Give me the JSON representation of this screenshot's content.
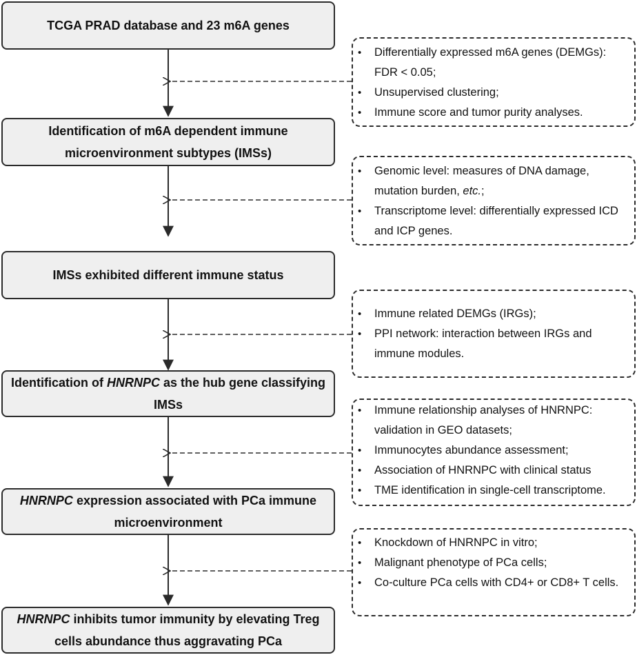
{
  "steps": [
    {
      "id": "step-1",
      "parts": [
        {
          "text": "TCGA PRAD database and 23 m6A genes"
        }
      ]
    },
    {
      "id": "step-2",
      "parts": [
        {
          "text": "Identification of m6A dependent immune microenvironment subtypes (IMSs)"
        }
      ]
    },
    {
      "id": "step-3",
      "parts": [
        {
          "text": "IMSs exhibited different immune status"
        }
      ]
    },
    {
      "id": "step-4",
      "parts": [
        {
          "text": "Identification of "
        },
        {
          "text": "HNRNPC",
          "italic": true
        },
        {
          "text": " as the hub gene classifying IMSs"
        }
      ]
    },
    {
      "id": "step-5",
      "parts": [
        {
          "text": "HNRNPC",
          "italic": true
        },
        {
          "text": " expression associated with PCa immune microenvironment"
        }
      ]
    },
    {
      "id": "step-6",
      "parts": [
        {
          "text": "HNRNPC",
          "italic": true
        },
        {
          "text": " inhibits tumor immunity by elevating Treg cells abundance thus aggravating PCa"
        }
      ]
    }
  ],
  "notes": [
    {
      "id": "note-1",
      "items": [
        [
          {
            "text": "Differentially expressed m6A genes (DEMGs): FDR < 0.05;"
          }
        ],
        [
          {
            "text": "Unsupervised clustering;"
          }
        ],
        [
          {
            "text": "Immune score and tumor purity analyses."
          }
        ]
      ]
    },
    {
      "id": "note-2",
      "items": [
        [
          {
            "text": "Genomic level: measures of DNA damage, mutation burden, "
          },
          {
            "text": "etc.",
            "italic": true
          },
          {
            "text": ";"
          }
        ],
        [
          {
            "text": "Transcriptome level: differentially expressed ICD and ICP genes."
          }
        ]
      ]
    },
    {
      "id": "note-3",
      "items": [
        [
          {
            "text": "Immune related DEMGs (IRGs);"
          }
        ],
        [
          {
            "text": "PPI network: interaction between IRGs and immune modules."
          }
        ]
      ]
    },
    {
      "id": "note-4",
      "items": [
        [
          {
            "text": "Immune relationship analyses of HNRNPC: validation in GEO datasets;"
          }
        ],
        [
          {
            "text": "Immunocytes abundance assessment;"
          }
        ],
        [
          {
            "text": "Association of HNRNPC with clinical status"
          }
        ],
        [
          {
            "text": "TME identification in single-cell transcriptome."
          }
        ]
      ]
    },
    {
      "id": "note-5",
      "items": [
        [
          {
            "text": "Knockdown of HNRNPC in vitro;"
          }
        ],
        [
          {
            "text": "Malignant phenotype of PCa cells;"
          }
        ],
        [
          {
            "text": "Co-culture PCa cells with CD4+ or CD8+ T cells."
          }
        ]
      ]
    }
  ],
  "bullet_char": "•",
  "colors": {
    "box_fill": "#efefef",
    "border": "#2a2a2a",
    "background": "#ffffff"
  }
}
